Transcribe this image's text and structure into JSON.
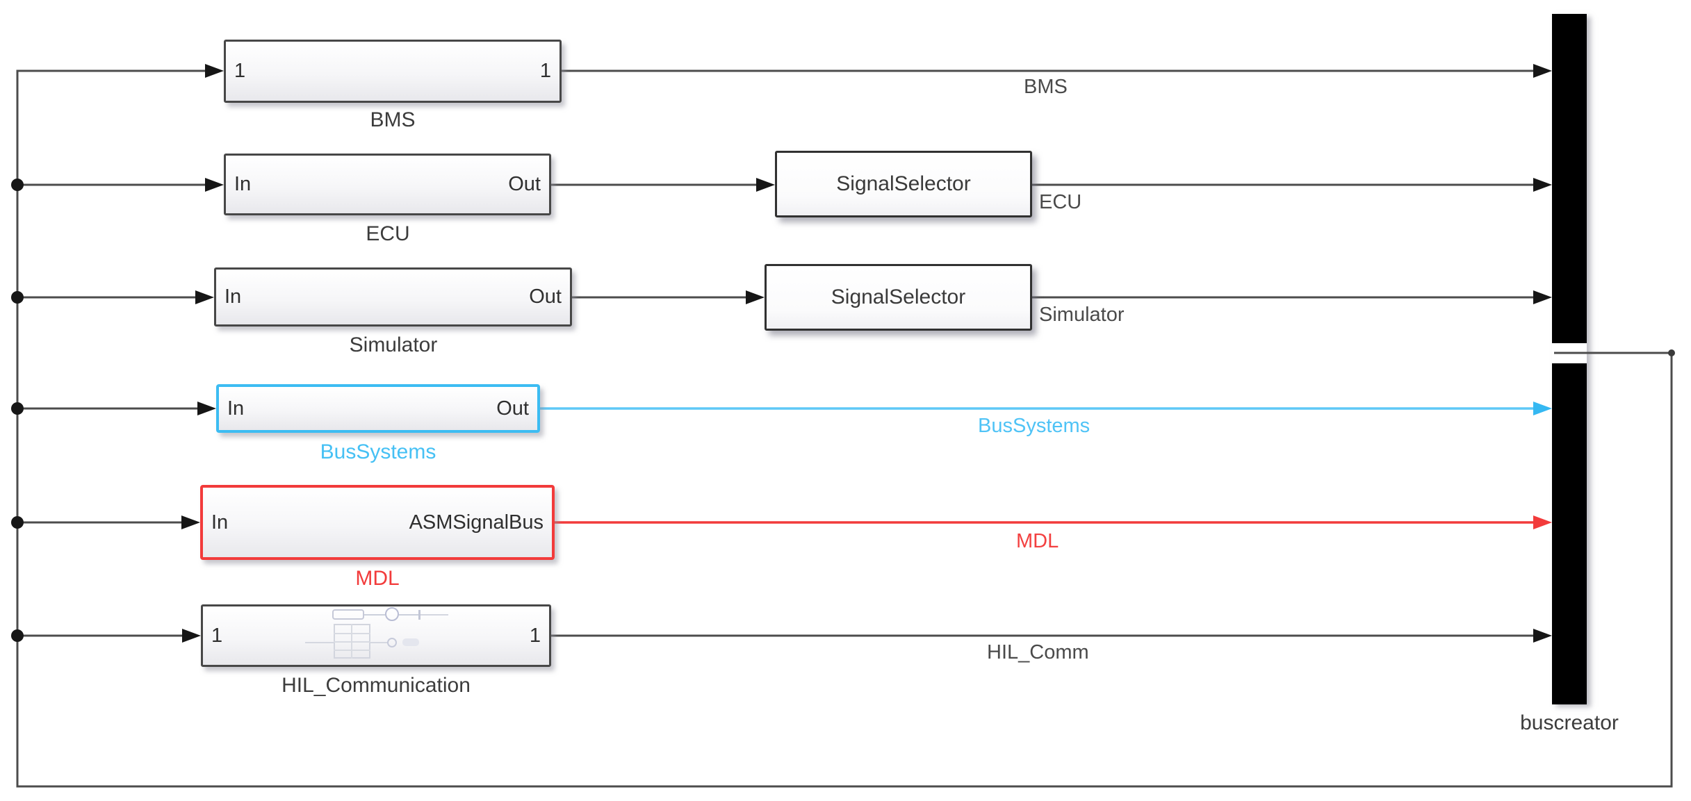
{
  "diagram": {
    "blocks": {
      "bms": {
        "label": "BMS",
        "port_in": "1",
        "port_out": "1"
      },
      "ecu": {
        "label": "ECU",
        "port_in": "In",
        "port_out": "Out"
      },
      "simulator": {
        "label": "Simulator",
        "port_in": "In",
        "port_out": "Out"
      },
      "bus_systems": {
        "label": "BusSystems",
        "port_in": "In",
        "port_out": "Out"
      },
      "mdl": {
        "label": "MDL",
        "port_in": "In",
        "port_out": "ASMSignalBus"
      },
      "hil_communication": {
        "label": "HIL_Communication",
        "port_in": "1",
        "port_out": "1"
      },
      "signal_selector_ecu": {
        "label": "SignalSelector"
      },
      "signal_selector_simulator": {
        "label": "SignalSelector"
      },
      "bus_creator": {
        "label": "buscreator"
      }
    },
    "signal_labels": {
      "bms": "BMS",
      "ecu": "ECU",
      "simulator": "Simulator",
      "bus_systems": "BusSystems",
      "mdl": "MDL",
      "hil_comm": "HIL_Comm"
    },
    "colors": {
      "wire": "#4c4c4c",
      "highlight_cyan": "#3cbcf2",
      "highlight_red": "#f23b3b",
      "bus_bar": "#000000",
      "block_border": "#474747"
    }
  }
}
